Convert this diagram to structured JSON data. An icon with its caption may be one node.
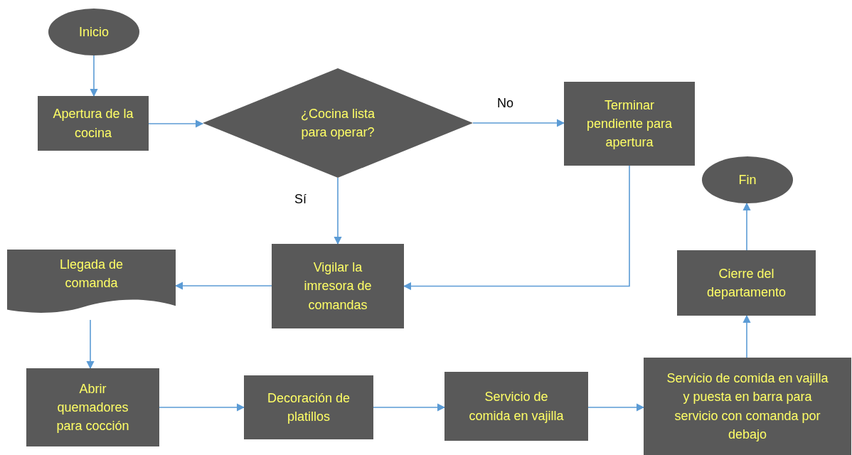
{
  "diagram": {
    "nodes": [
      {
        "text": [
          "Inicio"
        ]
      },
      {
        "text": [
          "Apertura de la cocina"
        ]
      },
      {
        "text": [
          "¿Cocina lista para operar?"
        ]
      },
      {
        "text": [
          "Terminar pendiente para apertura"
        ]
      },
      {
        "text": [
          "Fin"
        ]
      },
      {
        "text": [
          "Vigilar la imresora de comandas"
        ]
      },
      {
        "text": [
          "Llegada de comanda"
        ]
      },
      {
        "text": [
          "Cierre del departamento"
        ]
      },
      {
        "text": [
          "Abrir quemadores para cocción"
        ]
      },
      {
        "text": [
          "Decoración de platillos"
        ]
      },
      {
        "text": [
          "Servicio de comida en vajilla"
        ]
      },
      {
        "text": [
          "Servicio de comida en vajilla y puesta en barra para servicio con comanda por debajo"
        ]
      }
    ],
    "edges": [
      {
        "from": 0,
        "to": 1,
        "arrow": "to"
      },
      {
        "from": 1,
        "to": 2,
        "arrow": "to"
      },
      {
        "from": 2,
        "to": 3,
        "arrow": "to",
        "label": "No"
      },
      {
        "from": 2,
        "to": 5,
        "arrow": "to",
        "label": "Sí"
      },
      {
        "from": 3,
        "to": 5,
        "arrow": "to"
      },
      {
        "from": 5,
        "to": 6,
        "arrow": "to"
      },
      {
        "from": 6,
        "to": 8,
        "arrow": "to"
      },
      {
        "from": 8,
        "to": 9,
        "arrow": "to"
      },
      {
        "from": 9,
        "to": 10,
        "arrow": "to"
      },
      {
        "from": 10,
        "to": 11,
        "arrow": "to"
      },
      {
        "from": 11,
        "to": 7,
        "arrow": "to"
      },
      {
        "from": 7,
        "to": 4,
        "arrow": "to"
      }
    ]
  }
}
